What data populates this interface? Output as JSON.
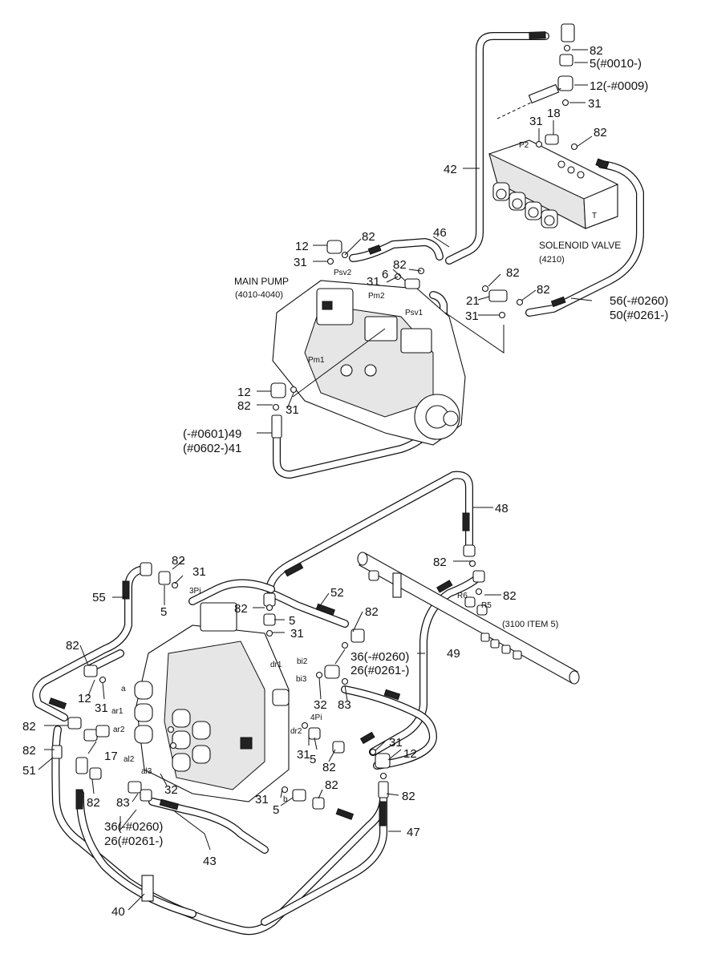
{
  "captions": {
    "main_pump": "MAIN PUMP",
    "main_pump_code": "(4010-4040)",
    "solenoid_valve": "SOLENOID VALVE",
    "solenoid_valve_code": "(4210)",
    "item_ref": "(3100 ITEM 5)"
  },
  "ports": {
    "psv2": "Psv2",
    "psv1": "Psv1",
    "pm2": "Pm2",
    "pm1": "Pm1",
    "p2": "P2",
    "t": "T",
    "threepi": "3Pi",
    "fourpi": "4Pi",
    "dr1": "dr1",
    "dr2": "dr2",
    "bi2": "bi2",
    "bi3": "bi3",
    "a": "a",
    "ar1": "ar1",
    "ar2": "ar2",
    "al2": "al2",
    "al3": "al3",
    "b": "b",
    "r6": "R6",
    "r5": "R5"
  },
  "callouts": {
    "c82_a": "82",
    "c5_a": "5(#0010-)",
    "c12_a": "12(-#0009)",
    "c31_a": "31",
    "c18": "18",
    "c31_b": "31",
    "c82_b": "82",
    "c42": "42",
    "c12_b": "12",
    "c82_c": "82",
    "c46": "46",
    "c31_c": "31",
    "c6": "6",
    "c82_d": "82",
    "c31_d": "31",
    "c82_e": "82",
    "c21": "21",
    "c82_f": "82",
    "c31_e": "31",
    "c56": "56(-#0260)",
    "c50": "50(#0261-)",
    "c12_c": "12",
    "c82_g": "82",
    "c31_f": "31",
    "c49_top": "(-#0601)49",
    "c41": "(#0602-)41",
    "c48": "48",
    "c82_h": "82",
    "c82_i": "82",
    "c31_g": "31",
    "c55": "55",
    "c5_b": "5",
    "c82_j": "82",
    "c52": "52",
    "c82_k": "82",
    "c5_c": "5",
    "c31_h": "31",
    "c36_a": "36(-#0260)",
    "c26_a": "26(#0261-)",
    "c82_l": "82",
    "c12_d": "12",
    "c31_i": "31",
    "c32_a": "32",
    "c83_a": "83",
    "c49_bot": "49",
    "c82_m": "82",
    "c82_n": "82",
    "c17": "17",
    "c51": "51",
    "c82_o": "82",
    "c31_j": "31",
    "c5_d": "5",
    "c82_p": "82",
    "c31_k": "31",
    "c12_e": "12",
    "c32_b": "32",
    "c83_b": "83",
    "c31_l": "31",
    "c82_q": "82",
    "c5_e": "5",
    "c82_r": "82",
    "c36_b": "36(-#0260)",
    "c26_b": "26(#0261-)",
    "c43": "43",
    "c47": "47",
    "c40": "40",
    "c82_s": "82"
  }
}
